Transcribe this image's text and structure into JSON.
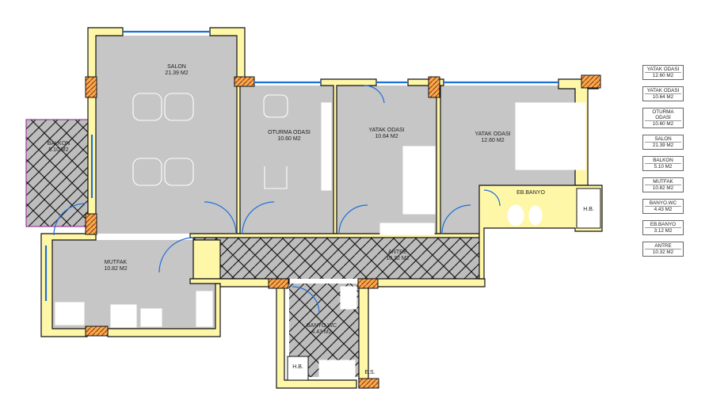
{
  "rooms": {
    "salon": {
      "name": "SALON",
      "area": "21.39 M2"
    },
    "balkon": {
      "name": "BALKON",
      "area": "5.10 M2"
    },
    "oturma": {
      "name": "OTURMA ODASI",
      "area": "10.60 M2"
    },
    "yatak1": {
      "name": "YATAK ODASI",
      "area": "10.64 M2"
    },
    "yatak2": {
      "name": "YATAK ODASI",
      "area": "12.60 M2"
    },
    "mutfak": {
      "name": "MUTFAK",
      "area": "10.82 M2"
    },
    "antre": {
      "name": "ANTRE",
      "area": "10.32 M2"
    },
    "banyo": {
      "name": "BANYO.WC",
      "area": "4.43 M2"
    },
    "ebbanyo": {
      "name": "EB.BANYO",
      "area": ""
    },
    "hb1": {
      "name": "H.B."
    },
    "hb2": {
      "name": "H.B."
    },
    "es": {
      "name": "E.S."
    }
  },
  "legend": [
    {
      "name": "YATAK ODASI",
      "area": "12.60 M2"
    },
    {
      "name": "YATAK ODASI",
      "area": "10.64 M2"
    },
    {
      "name": "OTURMA ODASI",
      "area": "10.60 M2"
    },
    {
      "name": "SALON",
      "area": "21.39 M2"
    },
    {
      "name": "BALKON",
      "area": "5.10 M2"
    },
    {
      "name": "MUTFAK",
      "area": "10.82 M2"
    },
    {
      "name": "BANYO.WC",
      "area": "4.43 M2"
    },
    {
      "name": "EB.BANYO",
      "area": "3.12 M2"
    },
    {
      "name": "ANTRE",
      "area": "10.32 M2"
    }
  ],
  "colors": {
    "wall": "#FFF7A8",
    "room": "#C6C6C6",
    "tile": "#B8B8B8",
    "window": "#1E6FD9",
    "column": "#E8A33A",
    "balcony": "#9A3C9A"
  }
}
